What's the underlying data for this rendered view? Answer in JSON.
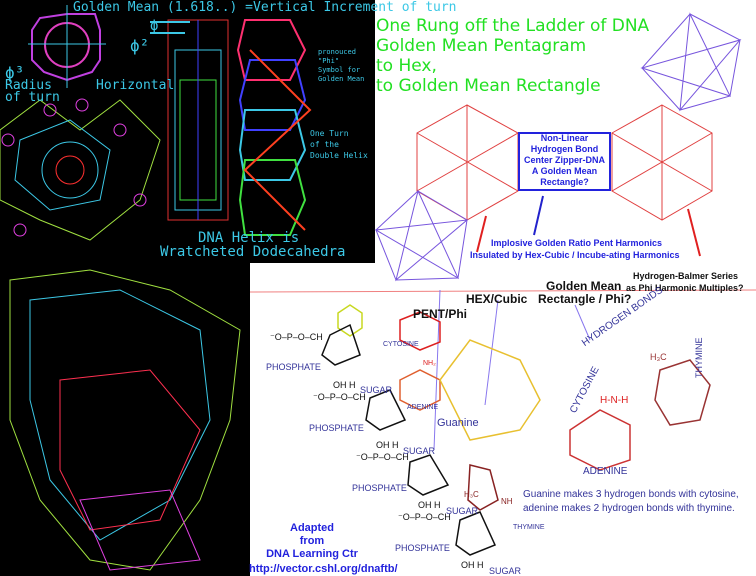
{
  "top_panel": {
    "golden_mean_caption": "Golden Mean (1.618..) =Vertical Increment of turn",
    "phi_label": "ϕ",
    "phi_squared": "ϕ²",
    "phi_cubed": "ϕ³",
    "radius_label": "Radius\nof turn",
    "horizontal_label": "Horizontal",
    "phi_note": "pronouced\n\"Phi\"\nSymbol for\nGolden Mean",
    "one_turn_note": "One Turn\nof the\nDouble Helix",
    "helix_caption_line1": "DNA Helix is",
    "helix_caption_line2": "Wratcheted Dodecahedra"
  },
  "title": {
    "lines": [
      "One Rung off the Ladder of DNA",
      "Golden Mean Pentagram",
      "to Hex,",
      "to Golden Mean Rectangle"
    ],
    "color": "#22e022"
  },
  "geometry_notes": {
    "box_text": "Non-Linear\nHydrogen Bond\nCenter Zipper-DNA\nA Golden Mean\nRectangle?",
    "implosive_line1": "Implosive Golden Ratio Pent Harmonics",
    "implosive_line2": "Insulated by Hex-Cubic / Incube-ating Harmonics",
    "balmer_line1": "Hydrogen-Balmer Series",
    "balmer_line2": "as Phi Harmonic Multiples?",
    "golden_mean": "Golden Mean",
    "rectangle_phi": "Rectangle / Phi?",
    "hex_cubic": "HEX/Cubic",
    "pent_phi": "PENT/Phi"
  },
  "chemistry": {
    "phosphate": "PHOSPHATE",
    "sugar": "SUGAR",
    "cytosine": "CYTOSINE",
    "adenine": "ADENINE",
    "thymine": "THYMINE",
    "guanine": "Guanine",
    "hydrogen_bonds": "HYDROGEN BONDS",
    "phosphate_group": "⁻O–P–O–CH",
    "o_minus": "⁻O",
    "p_o": "O",
    "oh_h": "OH  H",
    "nh2": "NH₂",
    "hnh": "H-N-H",
    "h3c": "H₃C",
    "nh": "NH",
    "caption_line1": "Guanine makes 3 hydrogen bonds with cytosine,",
    "caption_line2": "adenine makes 2 hydrogen bonds with thymine."
  },
  "credit": {
    "line1": "Adapted",
    "line2": "from",
    "line3": "DNA Learning Ctr",
    "url": "http://vector.cshl.org/dnaftb/"
  }
}
